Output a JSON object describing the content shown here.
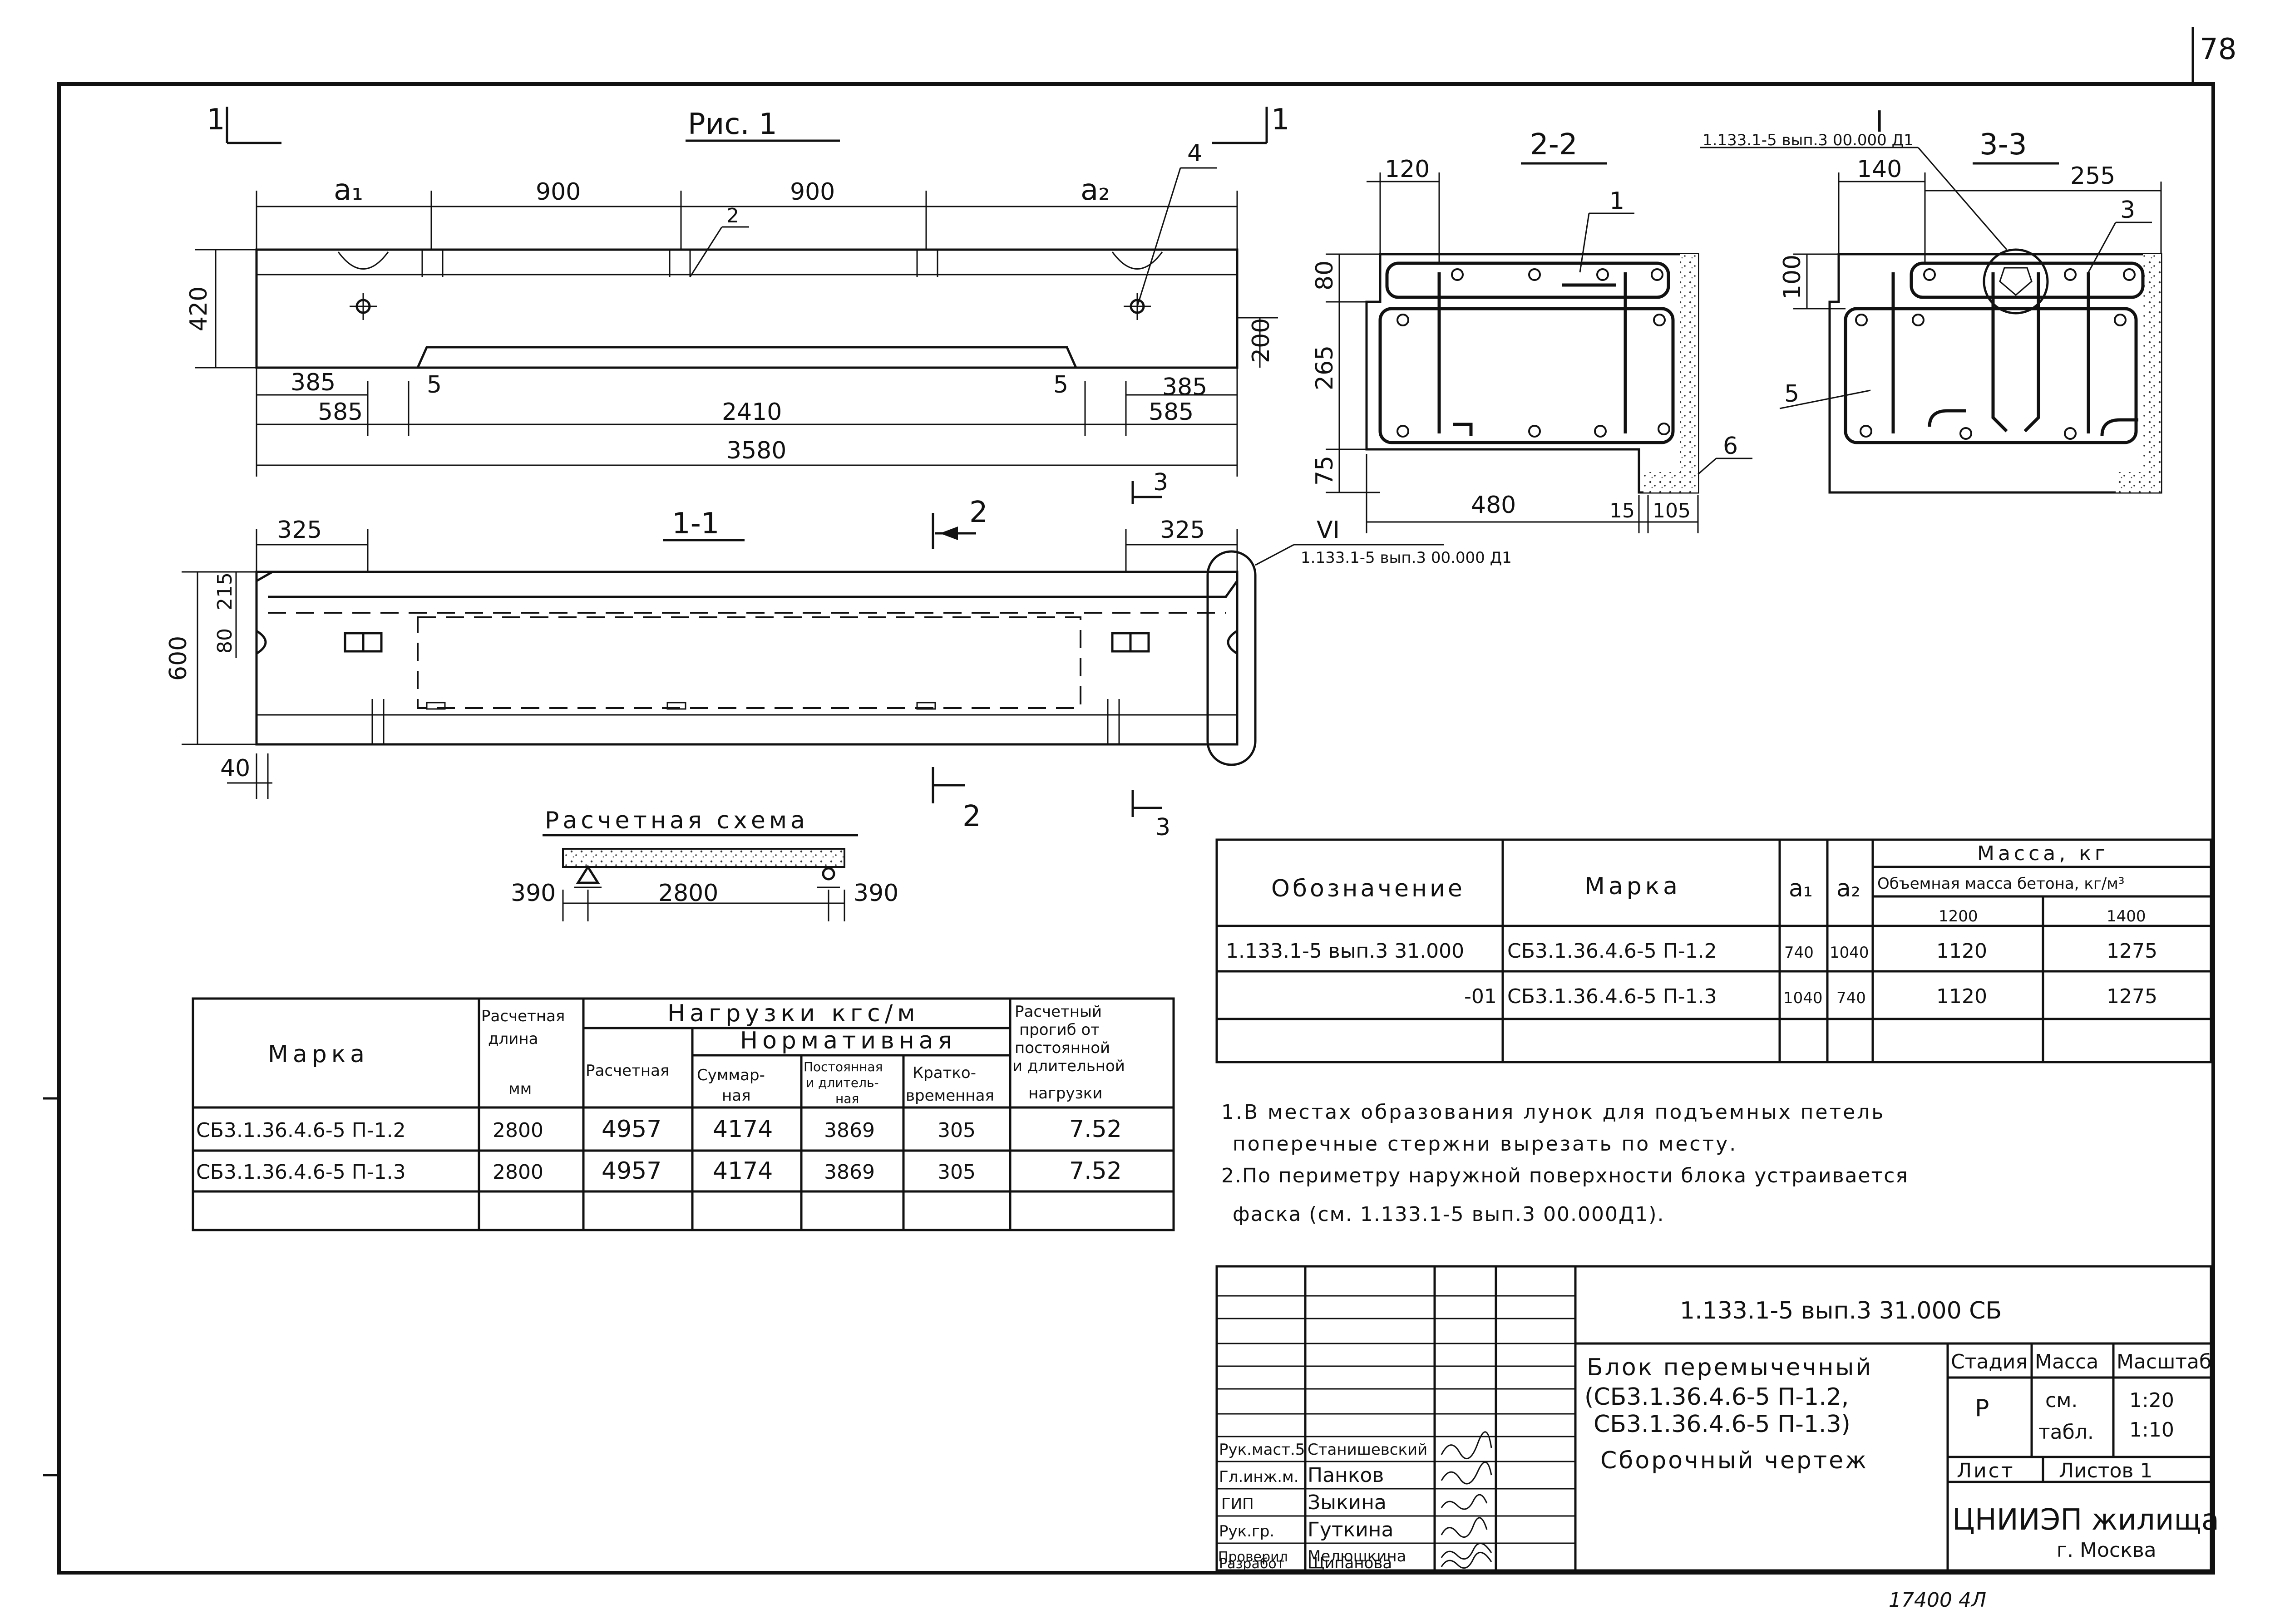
{
  "sheet": {
    "page_number": "78",
    "bottom_note": "17400 4Л"
  },
  "fig1": {
    "title": "Рис. 1",
    "cut_mark": "1",
    "dims": {
      "a1": "a₁",
      "a2": "a₂",
      "d900a": "900",
      "d900b": "900",
      "h420": "420",
      "h200": "200",
      "d385l": "385",
      "d585l": "585",
      "d5l": "5",
      "d5r": "5",
      "d385r": "385",
      "d585r": "585",
      "d2410": "2410",
      "d3580": "3580"
    },
    "callout2": "2",
    "callout4": "4"
  },
  "sec11": {
    "title": "1-1",
    "cut2": "2",
    "cut3": "3",
    "dims": {
      "d325l": "325",
      "d325r": "325",
      "h600": "600",
      "h215": "215",
      "h80": "80",
      "d40": "40"
    },
    "detail6_mark": "VI",
    "detail6_ref": "1.133.1-5 вып.3 00.000 Д1"
  },
  "sec22": {
    "title": "2-2",
    "dims": {
      "d120": "120",
      "h80": "80",
      "h265": "265",
      "h75": "75",
      "d480": "480",
      "d15": "15",
      "d105": "105"
    },
    "callout1": "1",
    "callout6": "6"
  },
  "sec33": {
    "title": "3-3",
    "detail1_mark": "I",
    "detail1_ref": "1.133.1-5 вып.3 00.000 Д1",
    "dims": {
      "d140": "140",
      "d255": "255",
      "h100": "100"
    },
    "callout3": "3",
    "callout5": "5"
  },
  "scheme": {
    "title": "Расчетная схема",
    "d390l": "390",
    "d2800": "2800",
    "d390r": "390"
  },
  "load_table": {
    "h_marka": "Марка",
    "h_len": [
      "Расчетная",
      "длина",
      "мм"
    ],
    "h_loads": "Нагрузки кгс/м",
    "h_calc": "Расчетная",
    "h_norm": "Нормативная",
    "h_sum": [
      "Суммар-",
      "ная"
    ],
    "h_perm": [
      "Постоянная",
      "и длитель-",
      "ная"
    ],
    "h_short": [
      "Кратко-",
      "временная"
    ],
    "h_defl": [
      "Расчетный",
      "прогиб от",
      "постоянной",
      "и длительной",
      "нагрузки"
    ],
    "rows": [
      {
        "marka": "СБ3.1.36.4.6-5 П-1.2",
        "len": "2800",
        "calc": "4957",
        "sum": "4174",
        "perm": "3869",
        "short": "305",
        "defl": "7.52"
      },
      {
        "marka": "СБ3.1.36.4.6-5 П-1.3",
        "len": "2800",
        "calc": "4957",
        "sum": "4174",
        "perm": "3869",
        "short": "305",
        "defl": "7.52"
      }
    ]
  },
  "mass_table": {
    "h_desig": "Обозначение",
    "h_marka": "Марка",
    "h_a1": "a₁",
    "h_a2": "a₂",
    "h_mass": "Масса, кг",
    "h_vol": "Объемная масса бетона, кг/м³",
    "h_1200": "1200",
    "h_1400": "1400",
    "rows": [
      {
        "desig": "1.133.1-5 вып.3 31.000",
        "marka": "СБ3.1.36.4.6-5 П-1.2",
        "a1": "740",
        "a2": "1040",
        "m1200": "1120",
        "m1400": "1275"
      },
      {
        "desig": "-01",
        "marka": "СБ3.1.36.4.6-5 П-1.3",
        "a1": "1040",
        "a2": "740",
        "m1200": "1120",
        "m1400": "1275"
      }
    ]
  },
  "notes": {
    "n1a": "1.В местах образования лунок для подъемных петель",
    "n1b": "поперечные стержни вырезать по месту.",
    "n2a": "2.По периметру наружной поверхности блока устраивается",
    "n2b": "фаска (см. 1.133.1-5 вып.3 00.000Д1)."
  },
  "title_block": {
    "code": "1.133.1-5 вып.3 31.000 СБ",
    "name_lines": [
      "Блок перемычечный",
      "(СБ3.1.36.4.6-5 П-1.2,",
      "СБ3.1.36.4.6-5 П-1.3)",
      "Сборочный чертеж"
    ],
    "h_stage": "Стадия",
    "h_mass": "Масса",
    "h_scale": "Масштаб",
    "stage": "Р",
    "mass_a": "см.",
    "mass_b": "табл.",
    "scale_a": "1:20",
    "scale_b": "1:10",
    "sheet_label": "Лист",
    "sheets_label": "Листов 1",
    "org_a": "ЦНИИЭП жилища",
    "org_b": "г. Москва",
    "people": [
      {
        "role": "Рук.маст.5",
        "name": "Станишевский"
      },
      {
        "role": "Гл.инж.м.",
        "name": "Панков"
      },
      {
        "role": "ГИП",
        "name": "Зыкина"
      },
      {
        "role": "Рук.гр.",
        "name": "Гуткина"
      },
      {
        "role": "Проверил",
        "name": "Мелюшкина"
      },
      {
        "role": "Разработ",
        "name": "Щипанова"
      }
    ]
  }
}
